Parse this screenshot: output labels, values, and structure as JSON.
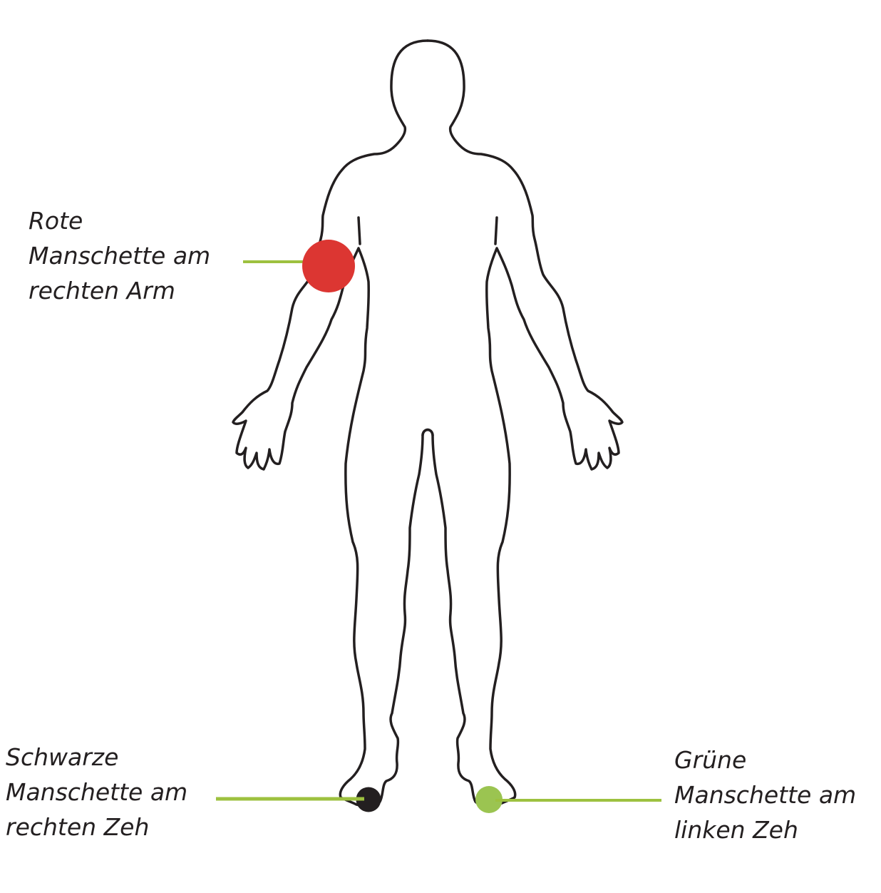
{
  "colors": {
    "outline": "#231f20",
    "connector": "#9dc13f",
    "red_cuff": "#dc3632",
    "black_cuff": "#231f20",
    "green_cuff": "#9bc451"
  },
  "labels": {
    "red_arm": [
      "Rote",
      "Manschette am",
      "rechten Arm"
    ],
    "black_toe": [
      "Schwarze",
      "Manschette am",
      "rechten Zeh"
    ],
    "green_toe": [
      "Grüne",
      "Manschette am",
      "linken Zeh"
    ]
  }
}
